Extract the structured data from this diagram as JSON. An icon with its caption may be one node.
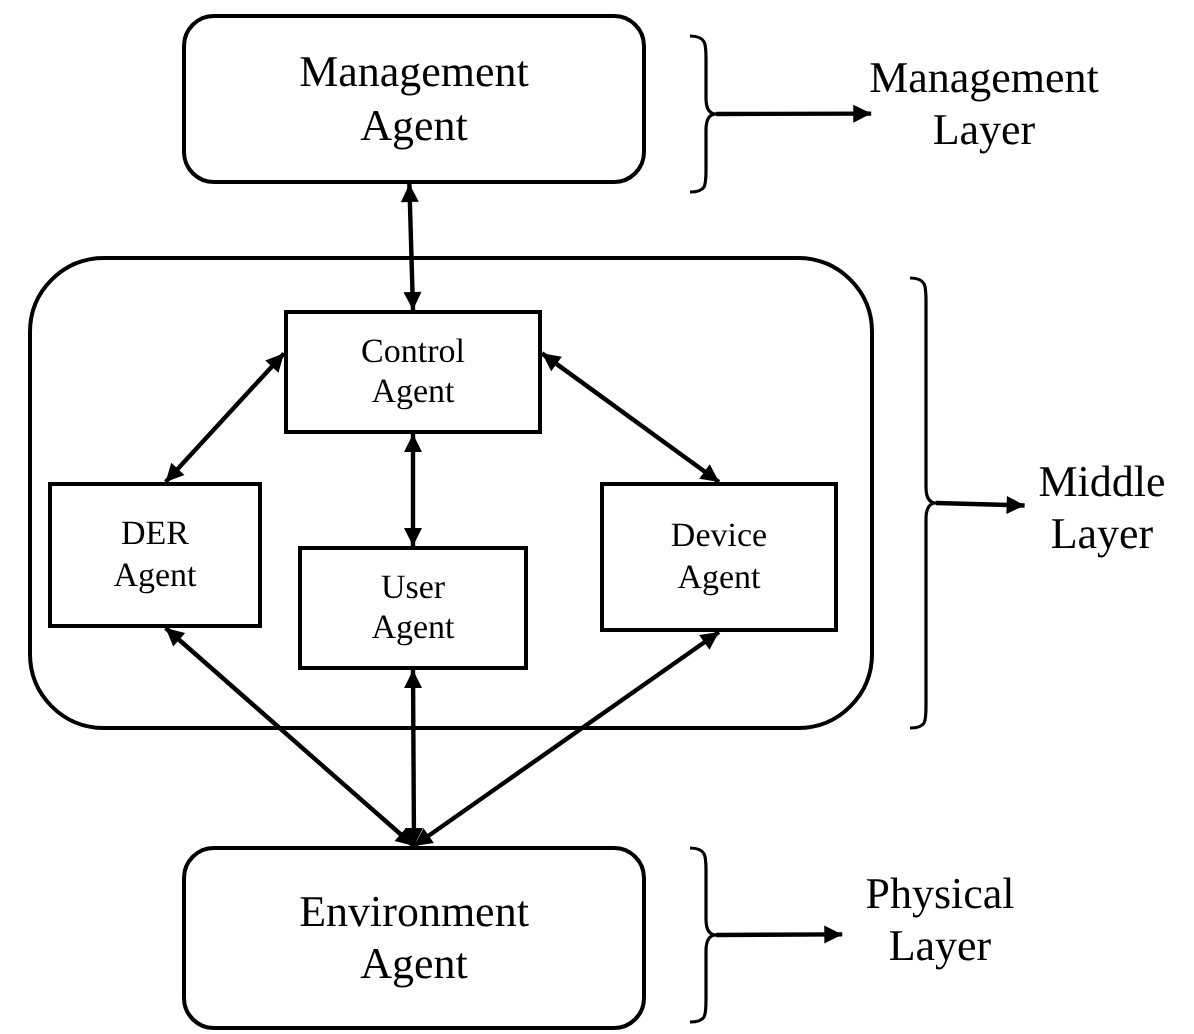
{
  "diagram": {
    "nodes": [
      {
        "text": [
          "Management Agent"
        ]
      },
      {
        "text": [
          "Management Layer"
        ]
      },
      {
        "text": [],
        "shape": "box"
      },
      {
        "text": [
          "Control Agent"
        ],
        "in": 2
      },
      {
        "text": [
          "DER Agent"
        ],
        "in": 2
      },
      {
        "text": [
          "User Agent"
        ],
        "in": 2
      },
      {
        "text": [
          "Device Agent"
        ],
        "in": 2
      },
      {
        "text": [
          "Middle Layer"
        ]
      },
      {
        "text": [
          "Environment Agent"
        ]
      },
      {
        "text": [
          "Physical Layer"
        ]
      },
      {
        "text": [],
        "shape": "brace"
      },
      {
        "text": [],
        "shape": "brace"
      },
      {
        "text": [],
        "shape": "brace"
      }
    ],
    "edges": [
      {
        "from": 0,
        "to": 3,
        "arrow": "both"
      },
      {
        "from": 3,
        "to": 4,
        "arrow": "both"
      },
      {
        "from": 3,
        "to": 5,
        "arrow": "both"
      },
      {
        "from": 3,
        "to": 6,
        "arrow": "both"
      },
      {
        "from": 8,
        "to": 4,
        "arrow": "both"
      },
      {
        "from": 8,
        "to": 5,
        "arrow": "both"
      },
      {
        "from": 8,
        "to": 6,
        "arrow": "both"
      },
      {
        "from": 10,
        "to": 1,
        "arrow": "to"
      },
      {
        "from": 11,
        "to": 7,
        "arrow": "to"
      },
      {
        "from": 12,
        "to": 9,
        "arrow": "to"
      }
    ]
  }
}
